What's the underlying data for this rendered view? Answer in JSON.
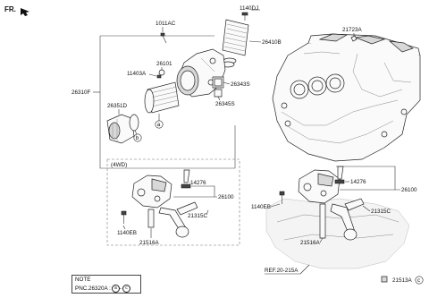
{
  "header": {
    "front_label": "FR."
  },
  "groups": {
    "filter_group_label": "26310F",
    "awd_label": "(4WD)"
  },
  "callouts": {
    "c_1140DJ": "1140DJ",
    "c_1011AC": "1011AC",
    "c_26410B": "26410B",
    "c_11403A": "11403A",
    "c_26101": "26101",
    "c_26343S": "26343S",
    "c_26345S": "26345S",
    "c_26351D": "26351D",
    "c_a": "a",
    "c_b": "b",
    "c_21723A": "21723A",
    "c_14276_a": "14276",
    "c_26100_a": "26100",
    "c_1140EB_a": "1140EB",
    "c_21315C_a": "21315C",
    "c_21516A_a": "21516A",
    "c_14276_b": "14276",
    "c_26100_b": "26100",
    "c_1140EB_b": "1140EB",
    "c_21315C_b": "21315C",
    "c_21516A_b": "21516A",
    "c_ref": "REF.20-215A",
    "c_21513A": "21513A",
    "c_c": "c"
  },
  "note": {
    "title": "NOTE",
    "text": "PNC.26320A :",
    "refs": [
      "a",
      "-",
      "c"
    ]
  },
  "icons": [
    "front-arrow-icon"
  ]
}
